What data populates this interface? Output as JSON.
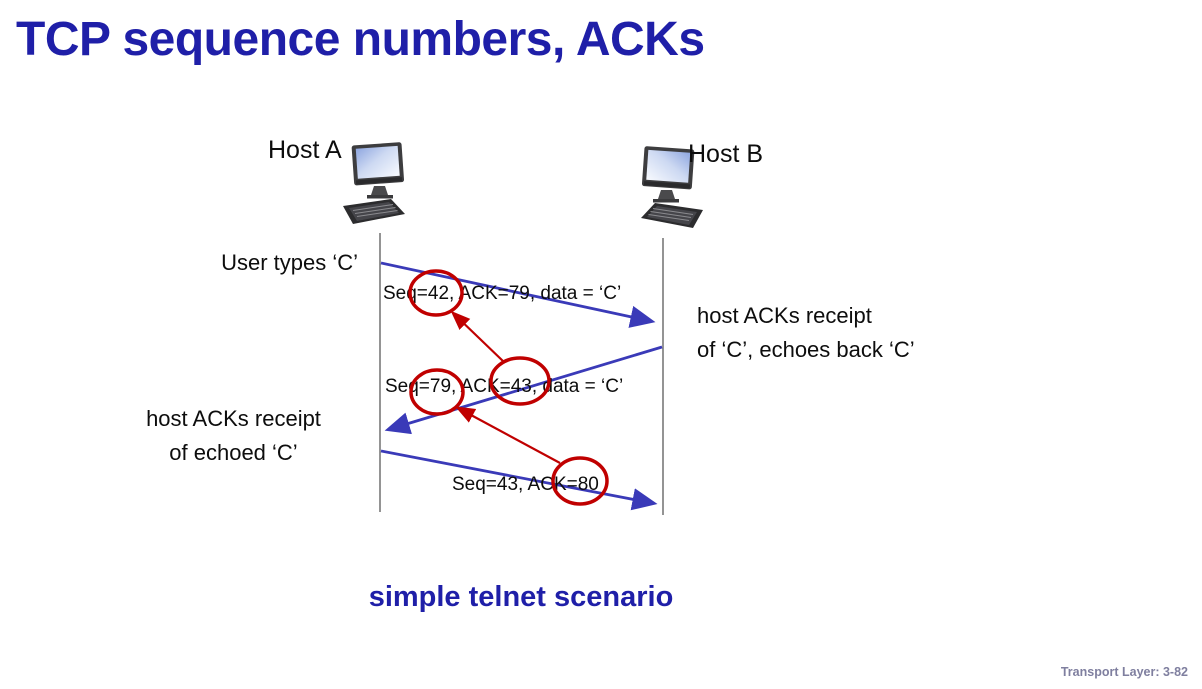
{
  "title": "TCP sequence numbers, ACKs",
  "hosts": {
    "a": "Host A",
    "b": "Host B"
  },
  "annotations": {
    "user_types": "User types ‘C’",
    "host_b_acks": "host ACKs receipt\nof ‘C’, echoes back ‘C’",
    "host_a_acks": "host ACKs receipt\nof echoed ‘C’"
  },
  "messages": {
    "m1": "Seq=42, ACK=79, data = ‘C’",
    "m2": "Seq=79, ACK=43, data = ‘C’",
    "m3": "Seq=43, ACK=80"
  },
  "highlighted_numbers": [
    "42",
    "43",
    "79",
    "80"
  ],
  "caption": "simple telnet scenario",
  "footer": "Transport Layer: 3-82",
  "colors": {
    "title": "#1f1fa8",
    "caption": "#1f1fa8",
    "segment_arrow": "#3a3ab8",
    "highlight": "#c00000",
    "timeline": "#5a5a5a",
    "footer": "#7f7f9f"
  }
}
